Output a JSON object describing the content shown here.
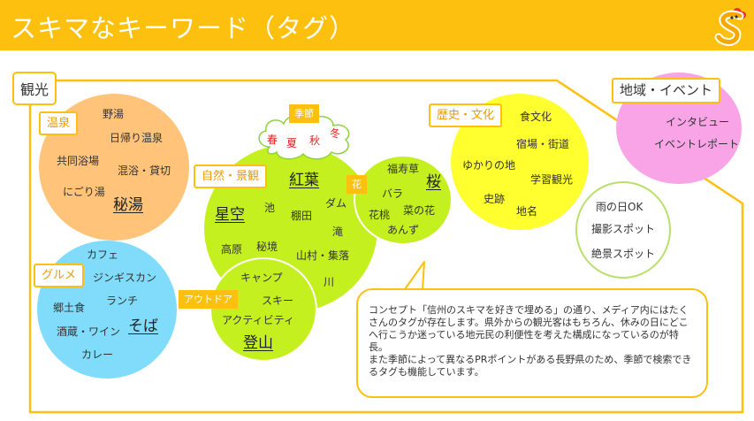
{
  "header": {
    "title": "スキマなキーワード（タグ）",
    "logo_icon": "s-mascot-logo"
  },
  "colors": {
    "accent": "#fdc00f",
    "onsen": "#ffc37a",
    "gourmet": "#80dcfa",
    "nature": "#c5f020",
    "history": "#ffff30",
    "region": "#f8a4e6",
    "season_text": "#e02020"
  },
  "kanko_label": "観光",
  "onsen": {
    "tag": "温泉",
    "items": [
      "野湯",
      "日帰り温泉",
      "共同浴場",
      "混浴・貸切",
      "にごり湯"
    ],
    "highlight": "秘湯"
  },
  "gourmet": {
    "tag": "グルメ",
    "items": [
      "カフェ",
      "ジンギスカン",
      "郷土食",
      "ランチ",
      "酒蔵・ワイン",
      "カレー"
    ],
    "highlight": "そば"
  },
  "season": {
    "tag": "季節",
    "words": [
      "春",
      "夏",
      "秋",
      "冬"
    ]
  },
  "nature": {
    "tag": "自然・景観",
    "items": [
      "池",
      "棚田",
      "ダム",
      "滝",
      "高原",
      "秘境",
      "山村・集落",
      "川"
    ],
    "highlights": [
      "紅葉",
      "星空"
    ]
  },
  "flower": {
    "tag": "花",
    "items": [
      "福寿草",
      "バラ",
      "花桃",
      "菜の花",
      "あんず"
    ],
    "highlight": "桜"
  },
  "outdoor": {
    "tag": "アウトドア",
    "items": [
      "キャンプ",
      "スキー",
      "アクティビティ"
    ],
    "highlight": "登山"
  },
  "history": {
    "tag": "歴史・文化",
    "items": [
      "食文化",
      "宿場・街道",
      "ゆかりの地",
      "学習観光",
      "史跡",
      "地名"
    ]
  },
  "region": {
    "tag": "地域・イベント",
    "items": [
      "インタビュー",
      "イベントレポート"
    ]
  },
  "misc": {
    "items": [
      "雨の日OK",
      "撮影スポット",
      "絶景スポット"
    ]
  },
  "concept": {
    "p1": "コンセプト「信州のスキマを好きで埋める」の通り、メディア内にはたくさんのタグが存在します。県外からの観光客はもちろん、休みの日にどこへ行こうか迷っている地元民の利便性を考えた構成になっているのが特長。",
    "p2": "また季節によって異なるPRポイントがある長野県のため、季節で検索できるタグも機能しています。"
  }
}
